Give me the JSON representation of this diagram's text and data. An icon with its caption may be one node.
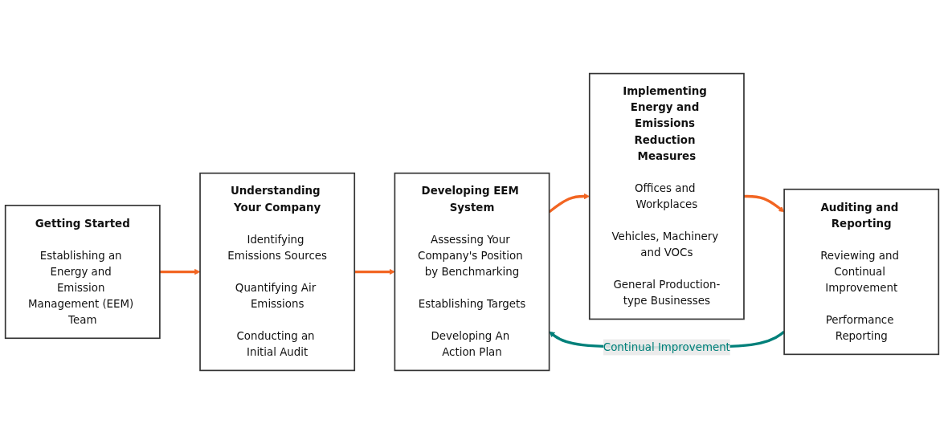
{
  "diagram": {
    "nodes": [
      {
        "text": [
          "Getting Started",
          "Establishing an Energy and Emission Management (EEM) Team"
        ]
      },
      {
        "text": [
          "Understanding Your Company",
          "Identifying Emissions Sources",
          "Quantifying Air Emissions",
          "Conducting an Initial Audit"
        ]
      },
      {
        "text": [
          "Developing EEM System",
          "Assessing Your Company's Position by Benchmarking",
          "Establishing Targets",
          "Developing An Action Plan"
        ]
      },
      {
        "text": [
          "Implementing Energy and Emissions Reduction Measures",
          "Offices and Workplaces",
          "Vehicles, Machinery and VOCs",
          "General Production-type Businesses"
        ]
      },
      {
        "text": [
          "Auditing and Reporting",
          "Reviewing and Continual Improvement",
          "Performance Reporting"
        ]
      }
    ],
    "edges": [
      {
        "from": 0,
        "to": 1,
        "arrow": "to"
      },
      {
        "from": 1,
        "to": 2,
        "arrow": "to"
      },
      {
        "from": 2,
        "to": 3,
        "arrow": "to"
      },
      {
        "from": 3,
        "to": 4,
        "arrow": "to"
      },
      {
        "from": 4,
        "to": 2,
        "arrow": "to",
        "label": "Continual Improvement",
        "color": "#00807a"
      }
    ]
  }
}
